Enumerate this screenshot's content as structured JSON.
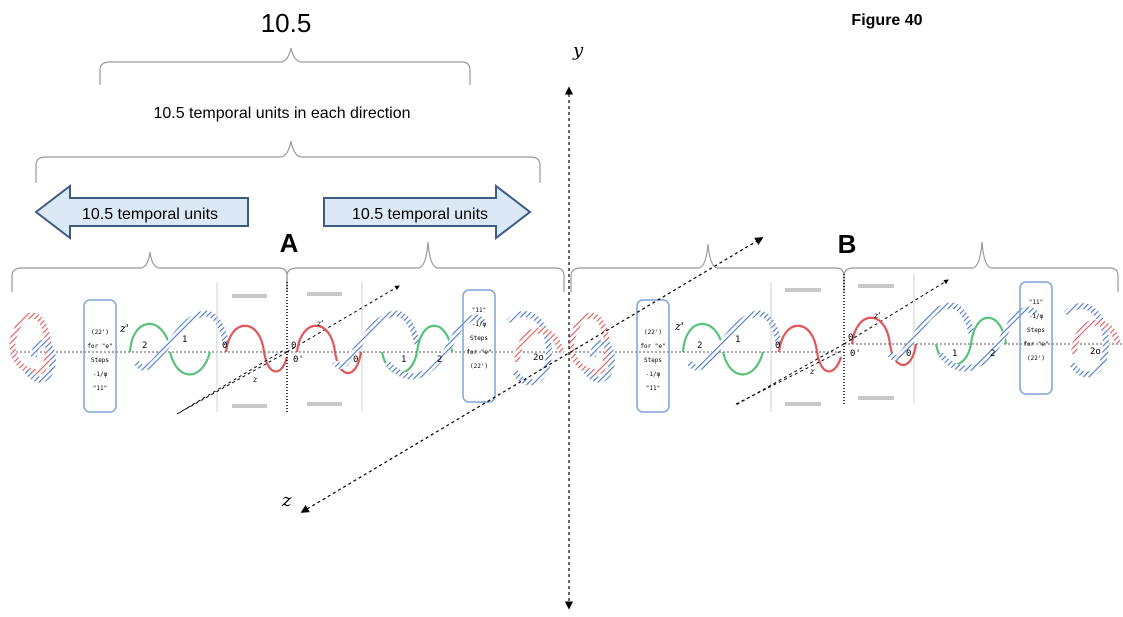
{
  "figure_label": "Figure 40",
  "top_value": "10.5",
  "span_caption": "10.5 temporal units in each direction",
  "arrow_left_label": "10.5 temporal units",
  "arrow_right_label": "10.5 temporal units",
  "point_a": "A",
  "point_b": "B",
  "axis_y": "y",
  "axis_z": "z",
  "panel_labels": {
    "box_line1": "\"11\"",
    "box_line2": "-1/φ",
    "box_line3": "Steps",
    "box_line4": "for \"e\"",
    "box_line5": "(22')",
    "zero": "0",
    "zero_prime": "0'",
    "one": "1",
    "two": "2",
    "two_o": "2o",
    "z_prime": "z'",
    "z_small": "z"
  },
  "colors": {
    "red_wave": "#e15759",
    "green_wave": "#59c27a",
    "blue_hatch": "#4a78c9",
    "bracket": "#9a9a9a",
    "arrow_fill": "#dbe8f6",
    "arrow_stroke": "#3d5a80",
    "box_border": "#7fa4d8",
    "gray_arrow": "#c8c8c8"
  }
}
